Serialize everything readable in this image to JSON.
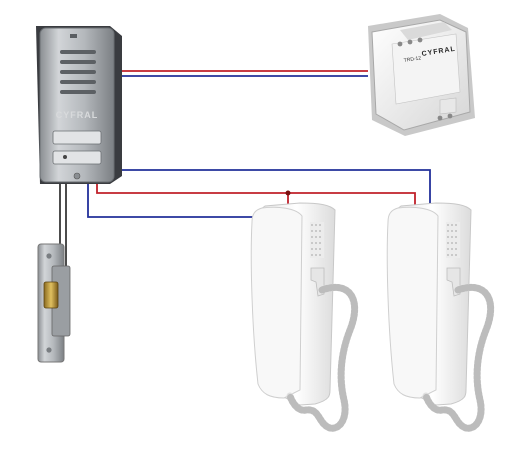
{
  "devices": {
    "door_panel": {
      "brand": "CYFRAL"
    },
    "power_supply": {
      "brand": "CYFRAL",
      "model": "TRD-12"
    },
    "handsets": [
      {
        "name": "handset-1"
      },
      {
        "name": "handset-2"
      }
    ]
  },
  "colors": {
    "wire_red": "#c0202a",
    "wire_blue": "#22309a",
    "wire_black": "#111111",
    "panel_silver": "#b8bcc0",
    "housing_white": "#f2f2f2"
  }
}
